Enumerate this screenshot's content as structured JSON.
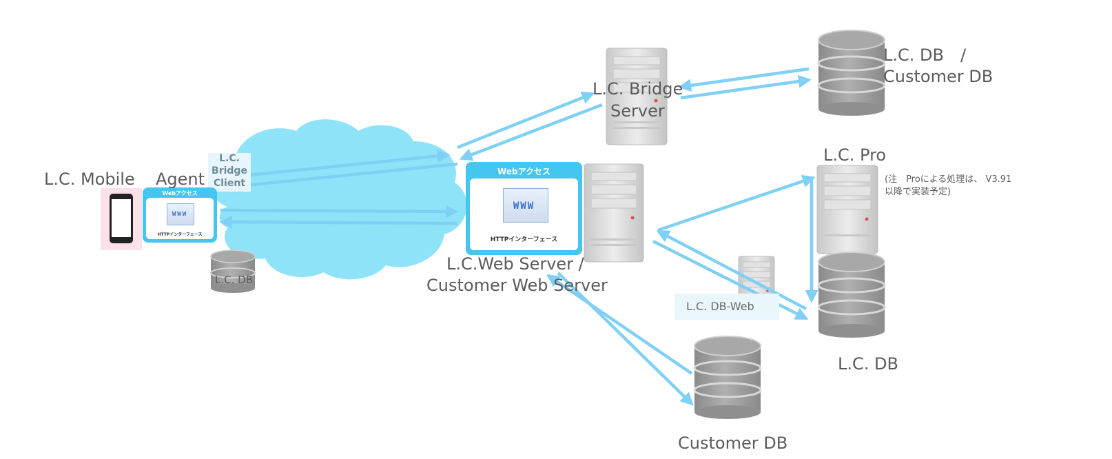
{
  "nodes": {
    "lc_mobile": {
      "label": "L.C. Mobile"
    },
    "agent": {
      "label": "Agent"
    },
    "bridge_client": {
      "lines": [
        "L.C.",
        "Bridge",
        "Client"
      ]
    },
    "agent_db": {
      "label": "L.C. DB"
    },
    "web_server": {
      "label_line1": "L.C.Web Server /",
      "label_line2": "Customer Web Server"
    },
    "bridge_server": {
      "label_line1": "L.C. Bridge",
      "label_line2": "Server"
    },
    "lc_customer_db": {
      "label_line1": "L.C. DB　/",
      "label_line2": "Customer DB"
    },
    "lc_pro": {
      "label": "L.C. Pro",
      "note_line1": "(注　Proによる処理は、 V3.91",
      "note_line2": "以降で実装予定)"
    },
    "lc_db": {
      "label": "L.C. DB"
    },
    "db_web": {
      "label": "L.C. DB-Web"
    },
    "customer_db": {
      "label": "Customer DB"
    }
  },
  "web_panels": {
    "main": {
      "title": "Webアクセス",
      "www": "WWW",
      "caption": "HTTPインターフェース"
    },
    "agent": {
      "title": "Webアクセス",
      "www": "WWW",
      "caption": "HTTPインターフェース"
    }
  },
  "colors": {
    "arrow": "#7fd0f4",
    "cloud": "#8fe3f9",
    "panel": "#45c6ee",
    "db": "#9a9a9a",
    "server": "#d6d6d6"
  }
}
